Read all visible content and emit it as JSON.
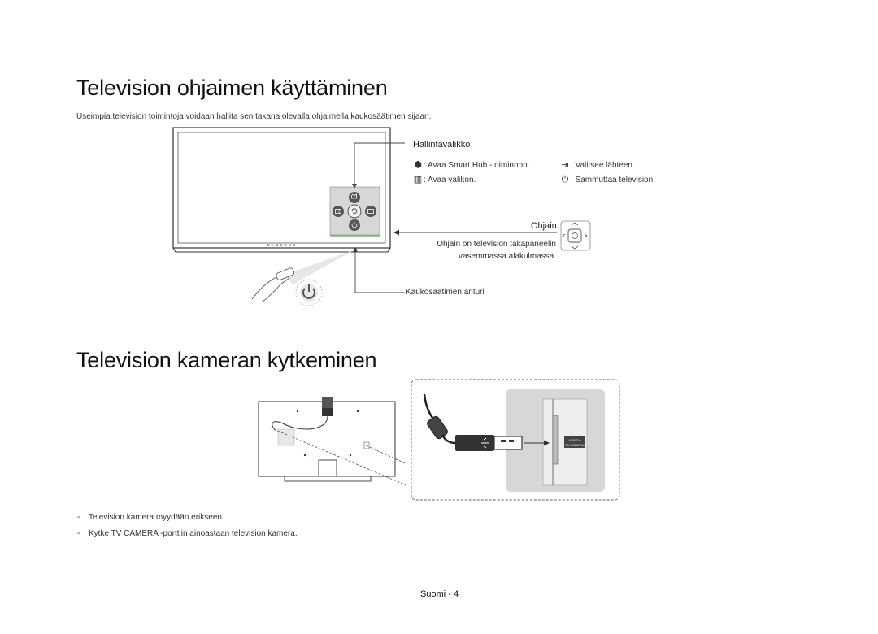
{
  "section1": {
    "title": "Television ohjaimen käyttäminen",
    "intro": "Useimpia television toimintoja voidaan hallita sen takana olevalla ohjaimella kaukosäätimen sijaan.",
    "tv_brand": "SAMSUNG",
    "control_menu": {
      "heading": "Hallintavalikko",
      "items": [
        {
          "icon": "smart-hub-icon",
          "text": ": Avaa Smart Hub -toiminnon."
        },
        {
          "icon": "source-icon",
          "text": ": Valitsee lähteen."
        },
        {
          "icon": "menu-icon",
          "text": ": Avaa valikon."
        },
        {
          "icon": "power-icon",
          "text": ": Sammuttaa television."
        }
      ]
    },
    "controller": {
      "label": "Ohjain",
      "desc_line1": "Ohjain on television takapaneelin",
      "desc_line2": "vasemmassa alakulmassa."
    },
    "remote_sensor_label": "Kaukosäätimen anturi"
  },
  "section2": {
    "title": "Television kameran kytkeminen",
    "port_label_top": "USB 3.0",
    "port_label_bottom": "TV CAMERA",
    "bullets": [
      "Television kamera myydään erikseen.",
      "Kytke TV CAMERA -porttiin ainoastaan television kamera."
    ]
  },
  "footer": "Suomi - 4",
  "colors": {
    "panel_bg": "#d7d7d7",
    "controller_green": "#7fae7a",
    "line": "#444444"
  }
}
